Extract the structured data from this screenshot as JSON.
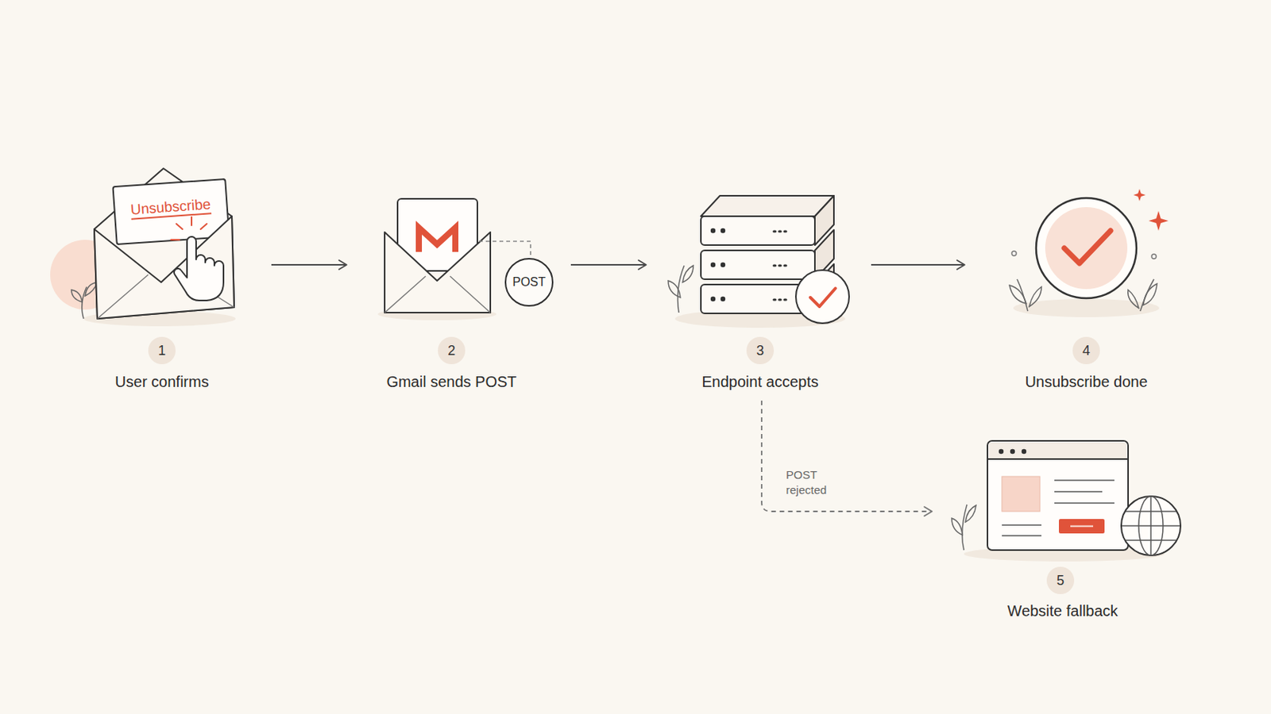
{
  "diagram": {
    "nodes": [
      {
        "text": [
          "User confirms"
        ]
      },
      {
        "text": [
          "Unsubscribe"
        ],
        "in": 0
      },
      {
        "text": [
          "1"
        ],
        "in": 0
      },
      {
        "text": [
          "Gmail sends POST"
        ]
      },
      {
        "text": [
          "POST"
        ],
        "in": 3
      },
      {
        "text": [
          "2"
        ],
        "in": 3
      },
      {
        "text": [
          "Endpoint accepts"
        ]
      },
      {
        "text": [
          "3"
        ],
        "in": 6
      },
      {
        "text": [
          "Unsubscribe done"
        ]
      },
      {
        "text": [
          "4"
        ],
        "in": 8
      },
      {
        "text": [
          "Website fallback"
        ]
      },
      {
        "text": [
          "5"
        ],
        "in": 10
      }
    ],
    "edges": [
      {
        "from": 0,
        "to": 3,
        "arrow": "to"
      },
      {
        "from": 3,
        "to": 6,
        "arrow": "to"
      },
      {
        "from": 6,
        "to": 8,
        "arrow": "to"
      },
      {
        "from": 6,
        "to": 10,
        "label": "POST rejected",
        "arrow": "to"
      }
    ]
  }
}
